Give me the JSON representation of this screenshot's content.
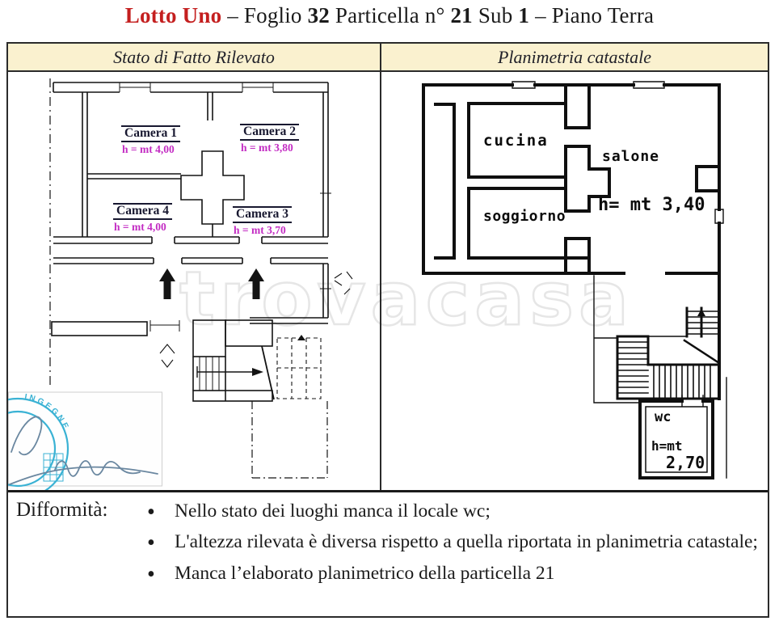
{
  "title": {
    "segments": [
      {
        "text": "Lotto Uno"
      },
      {
        "text": " – Foglio "
      },
      {
        "text": "32"
      },
      {
        "text": " Particella n° "
      },
      {
        "text": "21"
      },
      {
        "text": " Sub "
      },
      {
        "text": "1"
      },
      {
        "text": " – Piano Terra"
      }
    ]
  },
  "panels": {
    "left": {
      "header": "Stato di Fatto Rilevato",
      "rooms": [
        {
          "name": "Camera 1",
          "height": "h = mt 4,00"
        },
        {
          "name": "Camera 2",
          "height": "h = mt 3,80"
        },
        {
          "name": "Camera 4",
          "height": "h = mt 4,00"
        },
        {
          "name": "Camera 3",
          "height": "h = mt 3,70"
        }
      ]
    },
    "right": {
      "header": "Planimetria catastale",
      "rooms": [
        {
          "name": "cucina"
        },
        {
          "name": "salone"
        },
        {
          "name": "soggiorno"
        }
      ],
      "height_note": "h= mt 3,40",
      "wc": {
        "name": "wc",
        "height_label": "h=mt",
        "height_value": "2,70"
      }
    }
  },
  "difformita": {
    "label": "Difformità:",
    "items": [
      "Nello stato dei luoghi manca il locale wc;",
      "L'altezza rilevata è diversa rispetto a quella riportata in planimetria catastale;",
      "Manca l’elaborato planimetrico della particella 21"
    ]
  },
  "watermark": {
    "text": "trovacasa"
  },
  "stamp": {
    "visible_text": "INGEGNE"
  },
  "colors": {
    "title_accent_red": "#c41f1f",
    "room_height_magenta": "#c32cc3",
    "header_background": "#faf1cf",
    "stamp_blue": "#3ab2d4",
    "watermark_gray": "#e6e6e6"
  }
}
